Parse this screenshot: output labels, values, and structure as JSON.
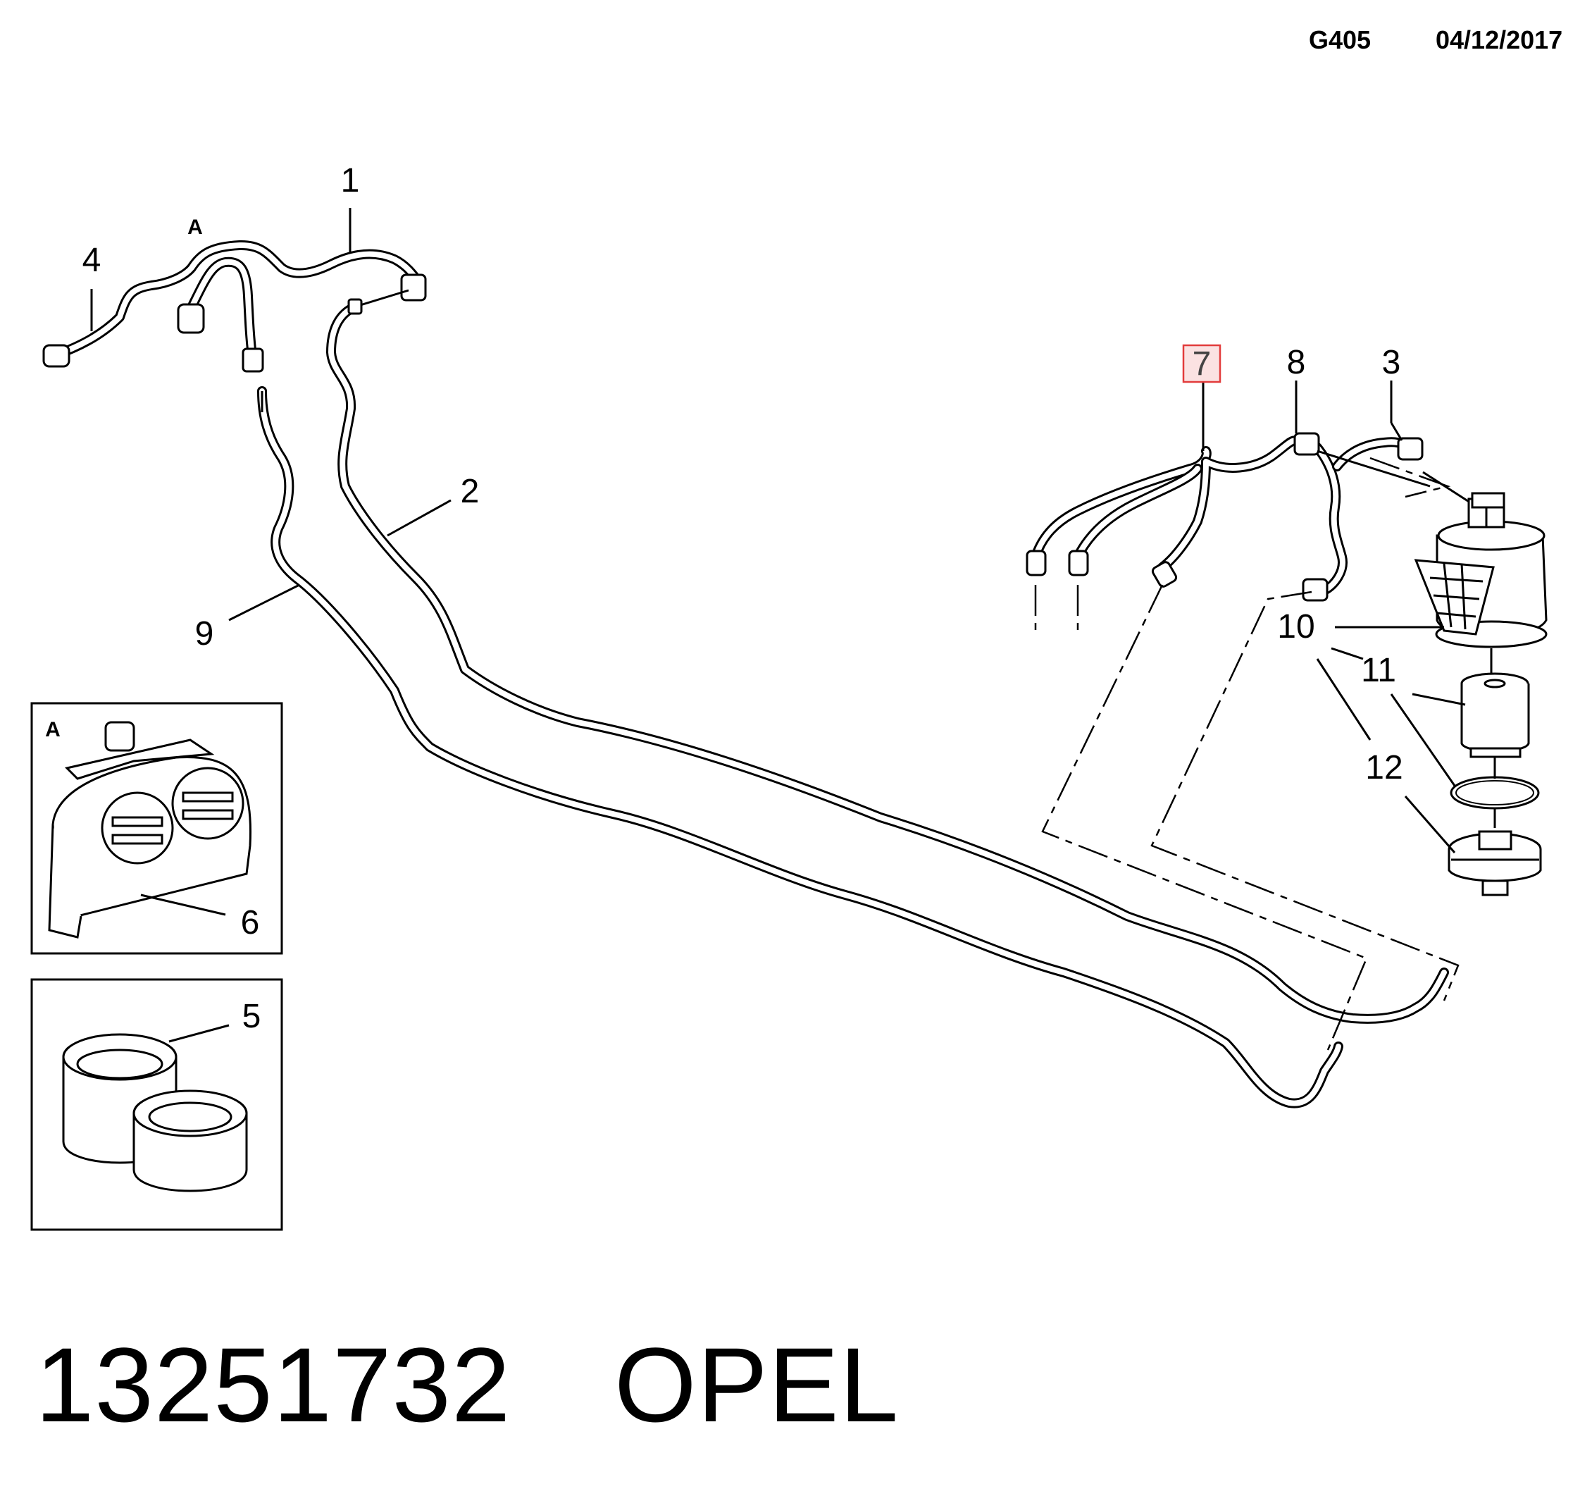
{
  "header": {
    "code": "G405",
    "date": "04/12/2017"
  },
  "callouts": [
    {
      "label": "1"
    },
    {
      "label": "2"
    },
    {
      "label": "3"
    },
    {
      "label": "4"
    },
    {
      "label": "5"
    },
    {
      "label": "6"
    },
    {
      "label": "7",
      "highlighted": true
    },
    {
      "label": "8"
    },
    {
      "label": "9"
    },
    {
      "label": "10"
    },
    {
      "label": "11"
    },
    {
      "label": "12"
    }
  ],
  "detail_view_label": "A",
  "inset_a": {
    "label": "A"
  },
  "footer": {
    "part_number": "13251732",
    "brand": "OPEL"
  },
  "colors": {
    "highlight_fill": "#fbe2e2",
    "highlight_border": "#e23c3c",
    "line": "#000000"
  }
}
